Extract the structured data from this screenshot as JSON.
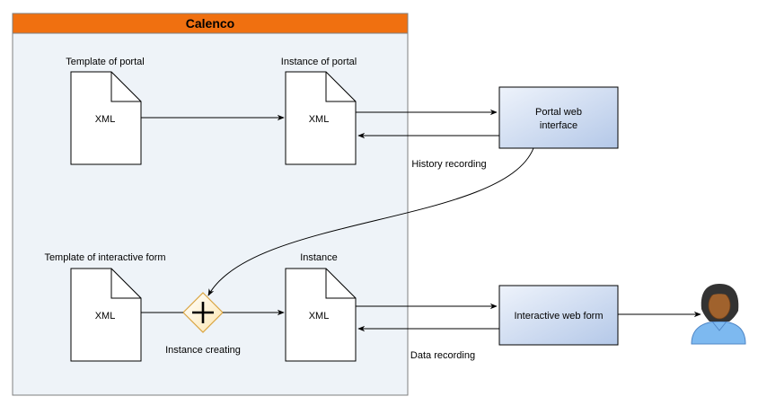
{
  "container": {
    "title": "Calenco"
  },
  "documents": {
    "template_portal": {
      "caption": "Template of portal",
      "text": "XML"
    },
    "instance_portal": {
      "caption": "Instance of portal",
      "text": "XML"
    },
    "template_form": {
      "caption": "Template of interactive form",
      "text": "XML"
    },
    "instance_form": {
      "caption": "Instance",
      "text": "XML"
    }
  },
  "gateway": {
    "label": "Instance creating"
  },
  "external": {
    "portal": {
      "line1": "Portal web",
      "line2": "interface"
    },
    "form": {
      "label": "Interactive web form"
    }
  },
  "edges": {
    "history": "History recording",
    "data": "Data recording"
  },
  "colors": {
    "container_header": "#F07010",
    "container_fill": "#EEF3F8",
    "box_fill_light": "#EEF3FB",
    "box_fill_dark": "#B4C8E8",
    "user_shirt": "#7DB9F0",
    "user_skin": "#A0622D"
  },
  "icons": [
    "document-icon",
    "parallel-gateway-icon",
    "user-icon"
  ]
}
